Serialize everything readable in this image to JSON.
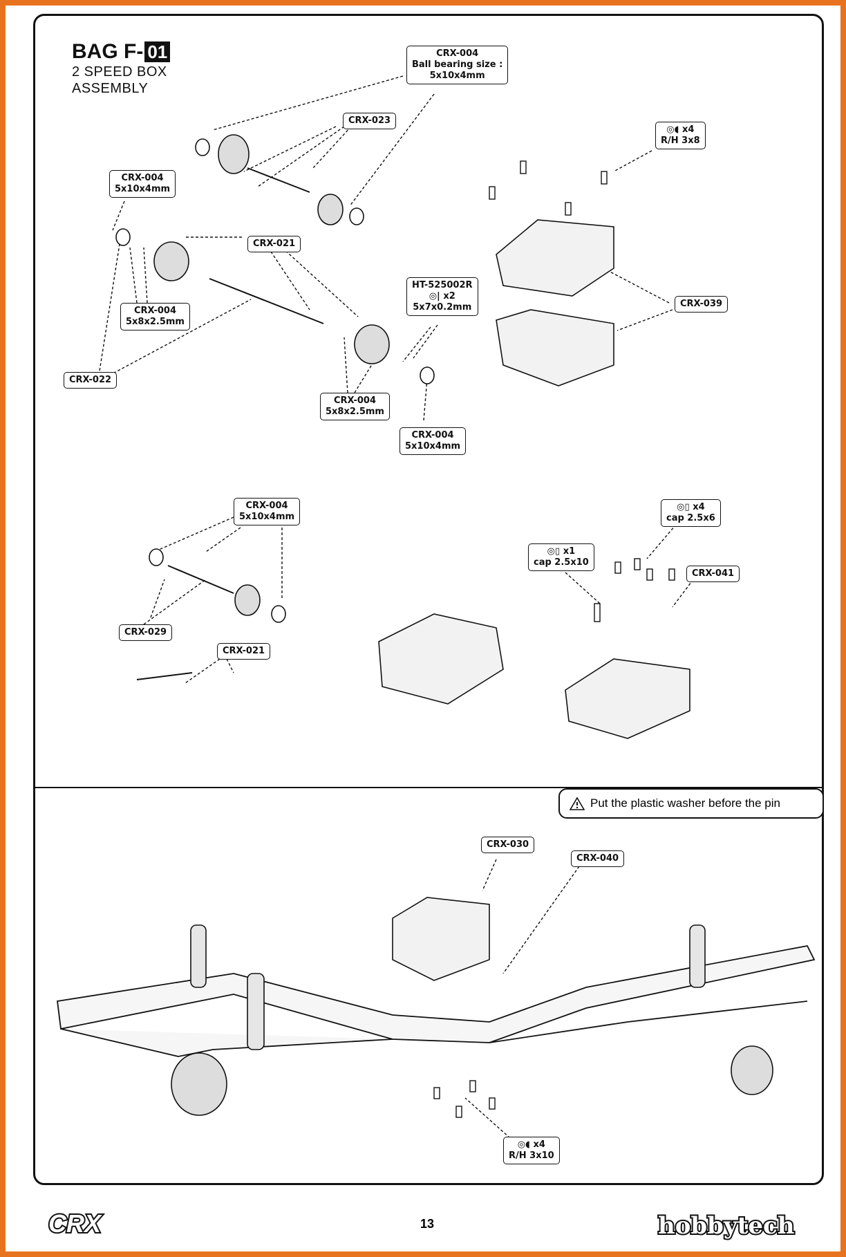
{
  "header": {
    "bag_prefix": "BAG F-",
    "bag_number": "01",
    "subtitle_line1": "2 SPEED BOX",
    "subtitle_line2": "ASSEMBLY"
  },
  "labels": [
    {
      "id": "crx004-top",
      "line1": "CRX-004",
      "line2": "Ball bearing size :",
      "line3": "5x10x4mm"
    },
    {
      "id": "crx023",
      "line1": "CRX-023"
    },
    {
      "id": "crx004-left",
      "line1": "CRX-004",
      "line2": "5x10x4mm"
    },
    {
      "id": "crx021-top",
      "line1": "CRX-021"
    },
    {
      "id": "crx004-5x8-left",
      "line1": "CRX-004",
      "line2": "5x8x2.5mm"
    },
    {
      "id": "crx022",
      "line1": "CRX-022"
    },
    {
      "id": "ht525002r",
      "line1": "HT-525002R",
      "line2": "x2",
      "line3": "5x7x0.2mm"
    },
    {
      "id": "crx004-5x8-mid",
      "line1": "CRX-004",
      "line2": "5x8x2.5mm"
    },
    {
      "id": "crx004-5x10-mid",
      "line1": "CRX-004",
      "line2": "5x10x4mm"
    },
    {
      "id": "rh3x8",
      "line1": "x4",
      "line2": "R/H 3x8"
    },
    {
      "id": "crx039",
      "line1": "CRX-039"
    },
    {
      "id": "crx004-midleft",
      "line1": "CRX-004",
      "line2": "5x10x4mm"
    },
    {
      "id": "crx029",
      "line1": "CRX-029"
    },
    {
      "id": "crx021-mid",
      "line1": "CRX-021"
    },
    {
      "id": "cap25x6",
      "line1": "x4",
      "line2": "cap 2.5x6"
    },
    {
      "id": "cap25x10",
      "line1": "x1",
      "line2": "cap 2.5x10"
    },
    {
      "id": "crx041",
      "line1": "CRX-041"
    },
    {
      "id": "crx030",
      "line1": "CRX-030"
    },
    {
      "id": "crx040",
      "line1": "CRX-040"
    },
    {
      "id": "rh3x10",
      "line1": "x4",
      "line2": "R/H 3x10"
    }
  ],
  "note": {
    "icon": "warning-icon",
    "text": "Put the plastic washer before the pin"
  },
  "footer": {
    "brand_left": "CRX",
    "page_number": "13",
    "brand_right": "hobbytech"
  },
  "colors": {
    "border": "#e8731f",
    "ink": "#111111"
  }
}
